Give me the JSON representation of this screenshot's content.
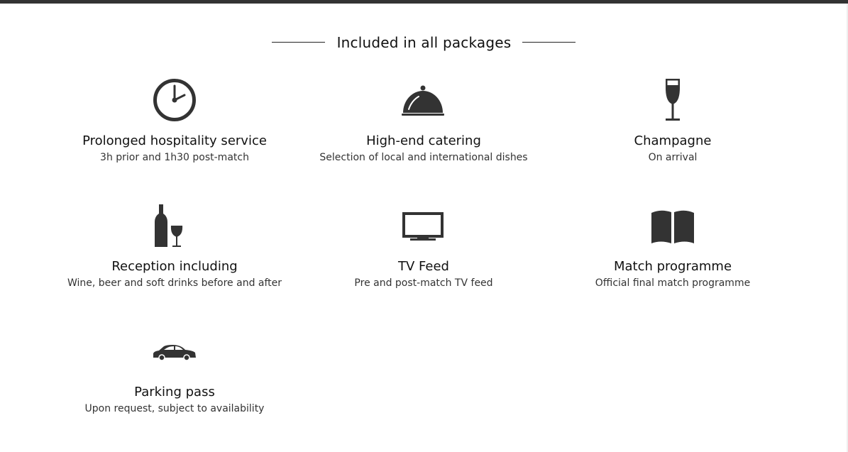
{
  "section": {
    "heading": "Included in all packages"
  },
  "features": [
    {
      "icon": "clock-icon",
      "title": "Prolonged hospitality service",
      "desc": "3h prior and 1h30 post-match"
    },
    {
      "icon": "cloche-icon",
      "title": "High-end catering",
      "desc": "Selection of local and international dishes"
    },
    {
      "icon": "champagne-glass-icon",
      "title": "Champagne",
      "desc": "On arrival"
    },
    {
      "icon": "wine-bottle-glass-icon",
      "title": "Reception including",
      "desc": "Wine, beer and soft drinks before and after"
    },
    {
      "icon": "tv-icon",
      "title": "TV Feed",
      "desc": "Pre and post-match TV feed"
    },
    {
      "icon": "book-icon",
      "title": "Match programme",
      "desc": "Official final match programme"
    },
    {
      "icon": "car-icon",
      "title": "Parking pass",
      "desc": "Upon request, subject to availability"
    }
  ],
  "colors": {
    "icon": "#333333",
    "top_bar": "#333333"
  }
}
